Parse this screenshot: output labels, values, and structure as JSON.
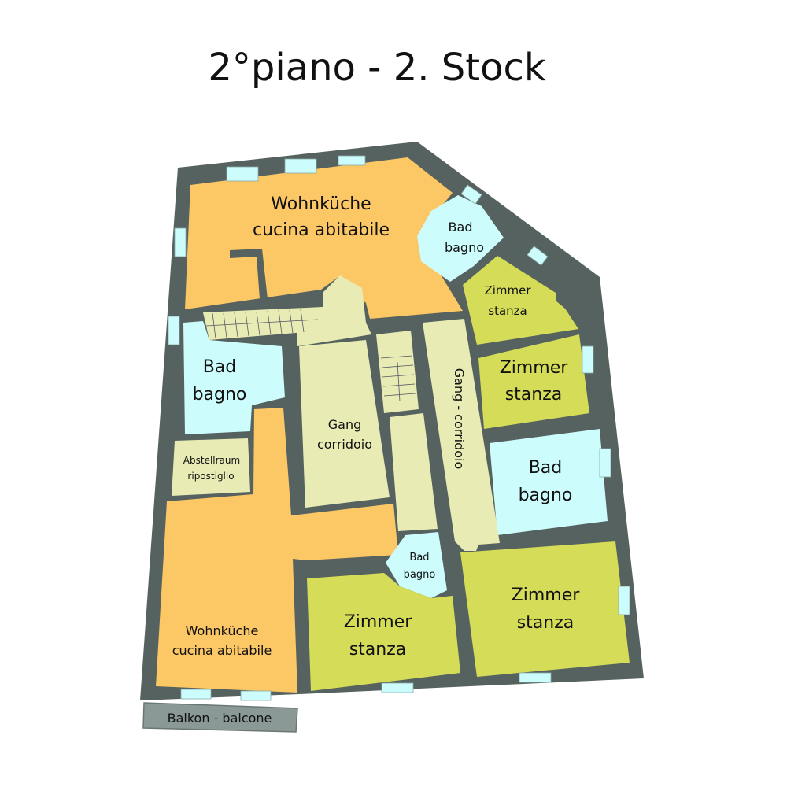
{
  "title": "2°piano - 2. Stock",
  "colors": {
    "wall": "#56625f",
    "kitchen": "#fcc765",
    "bath": "#ccfcfc",
    "room": "#d4dc58",
    "corridor": "#e8ecb4",
    "balcony": "#8a9896"
  },
  "rooms": {
    "kitchen_top": {
      "de": "Wohnküche",
      "it": "cucina abitabile"
    },
    "bath_top_right": {
      "de": "Bad",
      "it": "bagno"
    },
    "room_small": {
      "de": "Zimmer",
      "it": "stanza"
    },
    "room_right_mid": {
      "de": "Zimmer",
      "it": "stanza"
    },
    "bath_right": {
      "de": "Bad",
      "it": "bagno"
    },
    "room_right_bottom": {
      "de": "Zimmer",
      "it": "stanza"
    },
    "bath_left": {
      "de": "Bad",
      "it": "bagno"
    },
    "corridor_mid": {
      "de": "Gang",
      "it": "corridoio"
    },
    "corridor_right": {
      "label": "Gang - corridoio"
    },
    "storage": {
      "de": "Abstellraum",
      "it": "ripostiglio"
    },
    "kitchen_bottom": {
      "de": "Wohnküche",
      "it": "cucina abitabile"
    },
    "bath_small": {
      "de": "Bad",
      "it": "bagno"
    },
    "room_bottom": {
      "de": "Zimmer",
      "it": "stanza"
    },
    "balcony": {
      "label": "Balkon - balcone"
    }
  }
}
